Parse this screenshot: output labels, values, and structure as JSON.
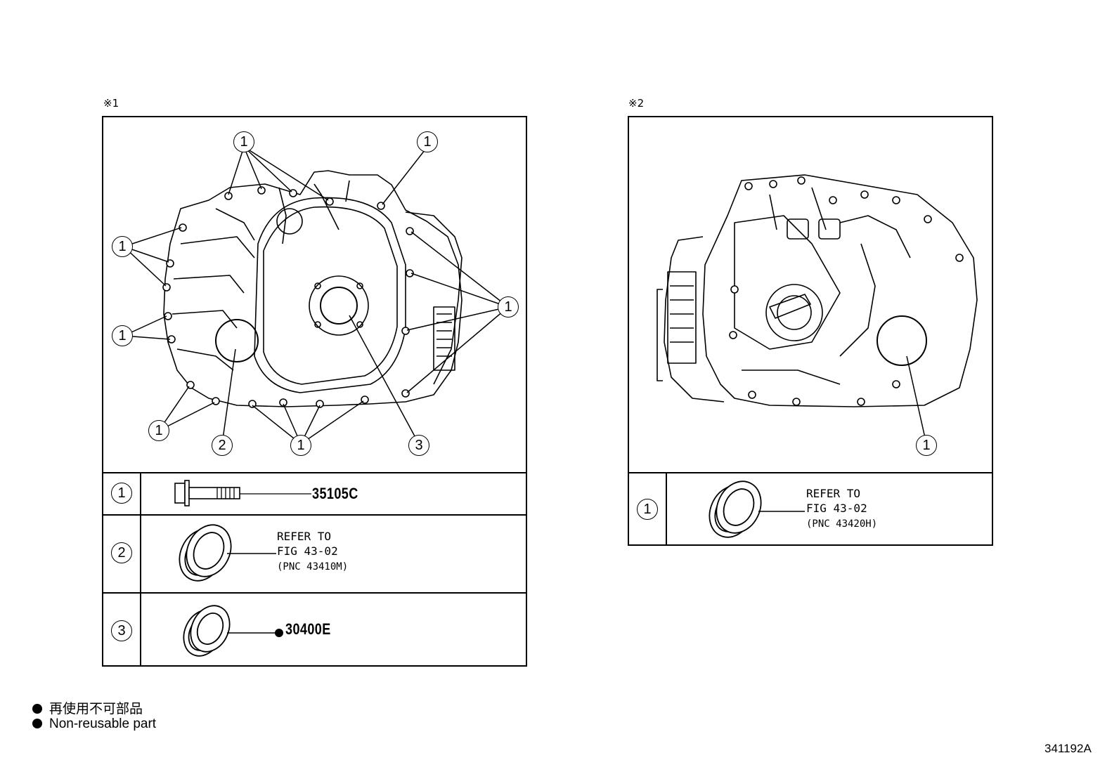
{
  "figure": {
    "left_panel_mark": "※1",
    "right_panel_mark": "※2",
    "figure_number": "341192A"
  },
  "left_panel": {
    "callouts": [
      "1",
      "1",
      "1",
      "1",
      "1",
      "1",
      "1",
      "2",
      "3"
    ],
    "parts_table": [
      {
        "index": "1",
        "part_number": "35105C"
      },
      {
        "index": "2",
        "refer_line1": "REFER TO",
        "refer_line2": "FIG 43-02",
        "refer_line3": "(PNC 43410M)"
      },
      {
        "index": "3",
        "part_number": "30400E",
        "non_reusable": true
      }
    ]
  },
  "right_panel": {
    "callouts": [
      "1"
    ],
    "parts_table": [
      {
        "index": "1",
        "refer_line1": "REFER TO",
        "refer_line2": "FIG 43-02",
        "refer_line3": "(PNC 43420H)"
      }
    ]
  },
  "legend": {
    "line_jp": "再使用不可部品",
    "line_en": "Non-reusable part"
  }
}
